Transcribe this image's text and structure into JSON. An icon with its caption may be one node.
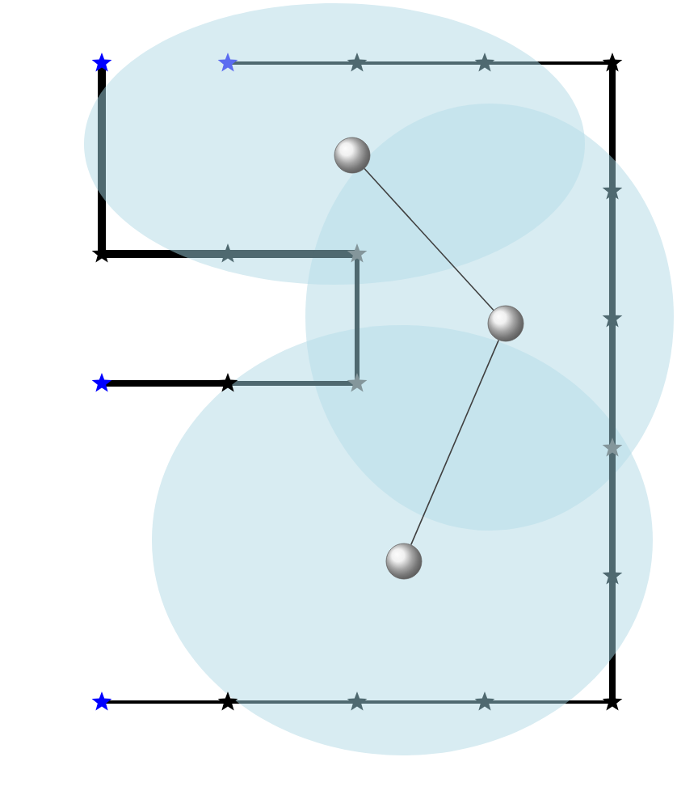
{
  "diagram": {
    "nodes": [
      {
        "text": [],
        "shape": "circle"
      },
      {
        "text": [],
        "shape": "circle"
      },
      {
        "text": [],
        "shape": "circle"
      }
    ],
    "edges": [
      {
        "from": 0,
        "to": 1,
        "arrow": "none"
      },
      {
        "from": 1,
        "to": 2,
        "arrow": "none"
      }
    ]
  }
}
